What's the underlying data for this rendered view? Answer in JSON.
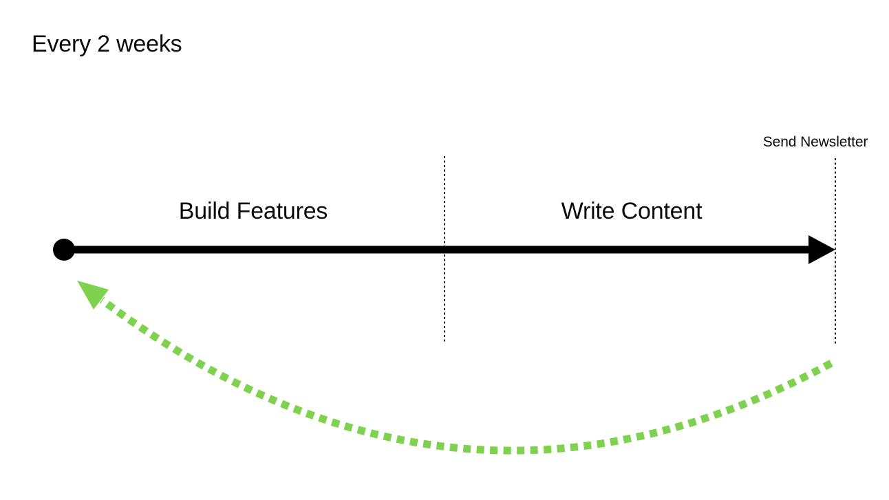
{
  "diagram": {
    "title": "Every 2 weeks",
    "phases": [
      {
        "label": "Build Features"
      },
      {
        "label": "Write Content"
      }
    ],
    "milestone_label": "Send Newsletter"
  },
  "colors": {
    "ink": "#000000",
    "text": "#0b0b0b",
    "divider": "#1f1f1f",
    "loop_green": "#7FD24F"
  }
}
